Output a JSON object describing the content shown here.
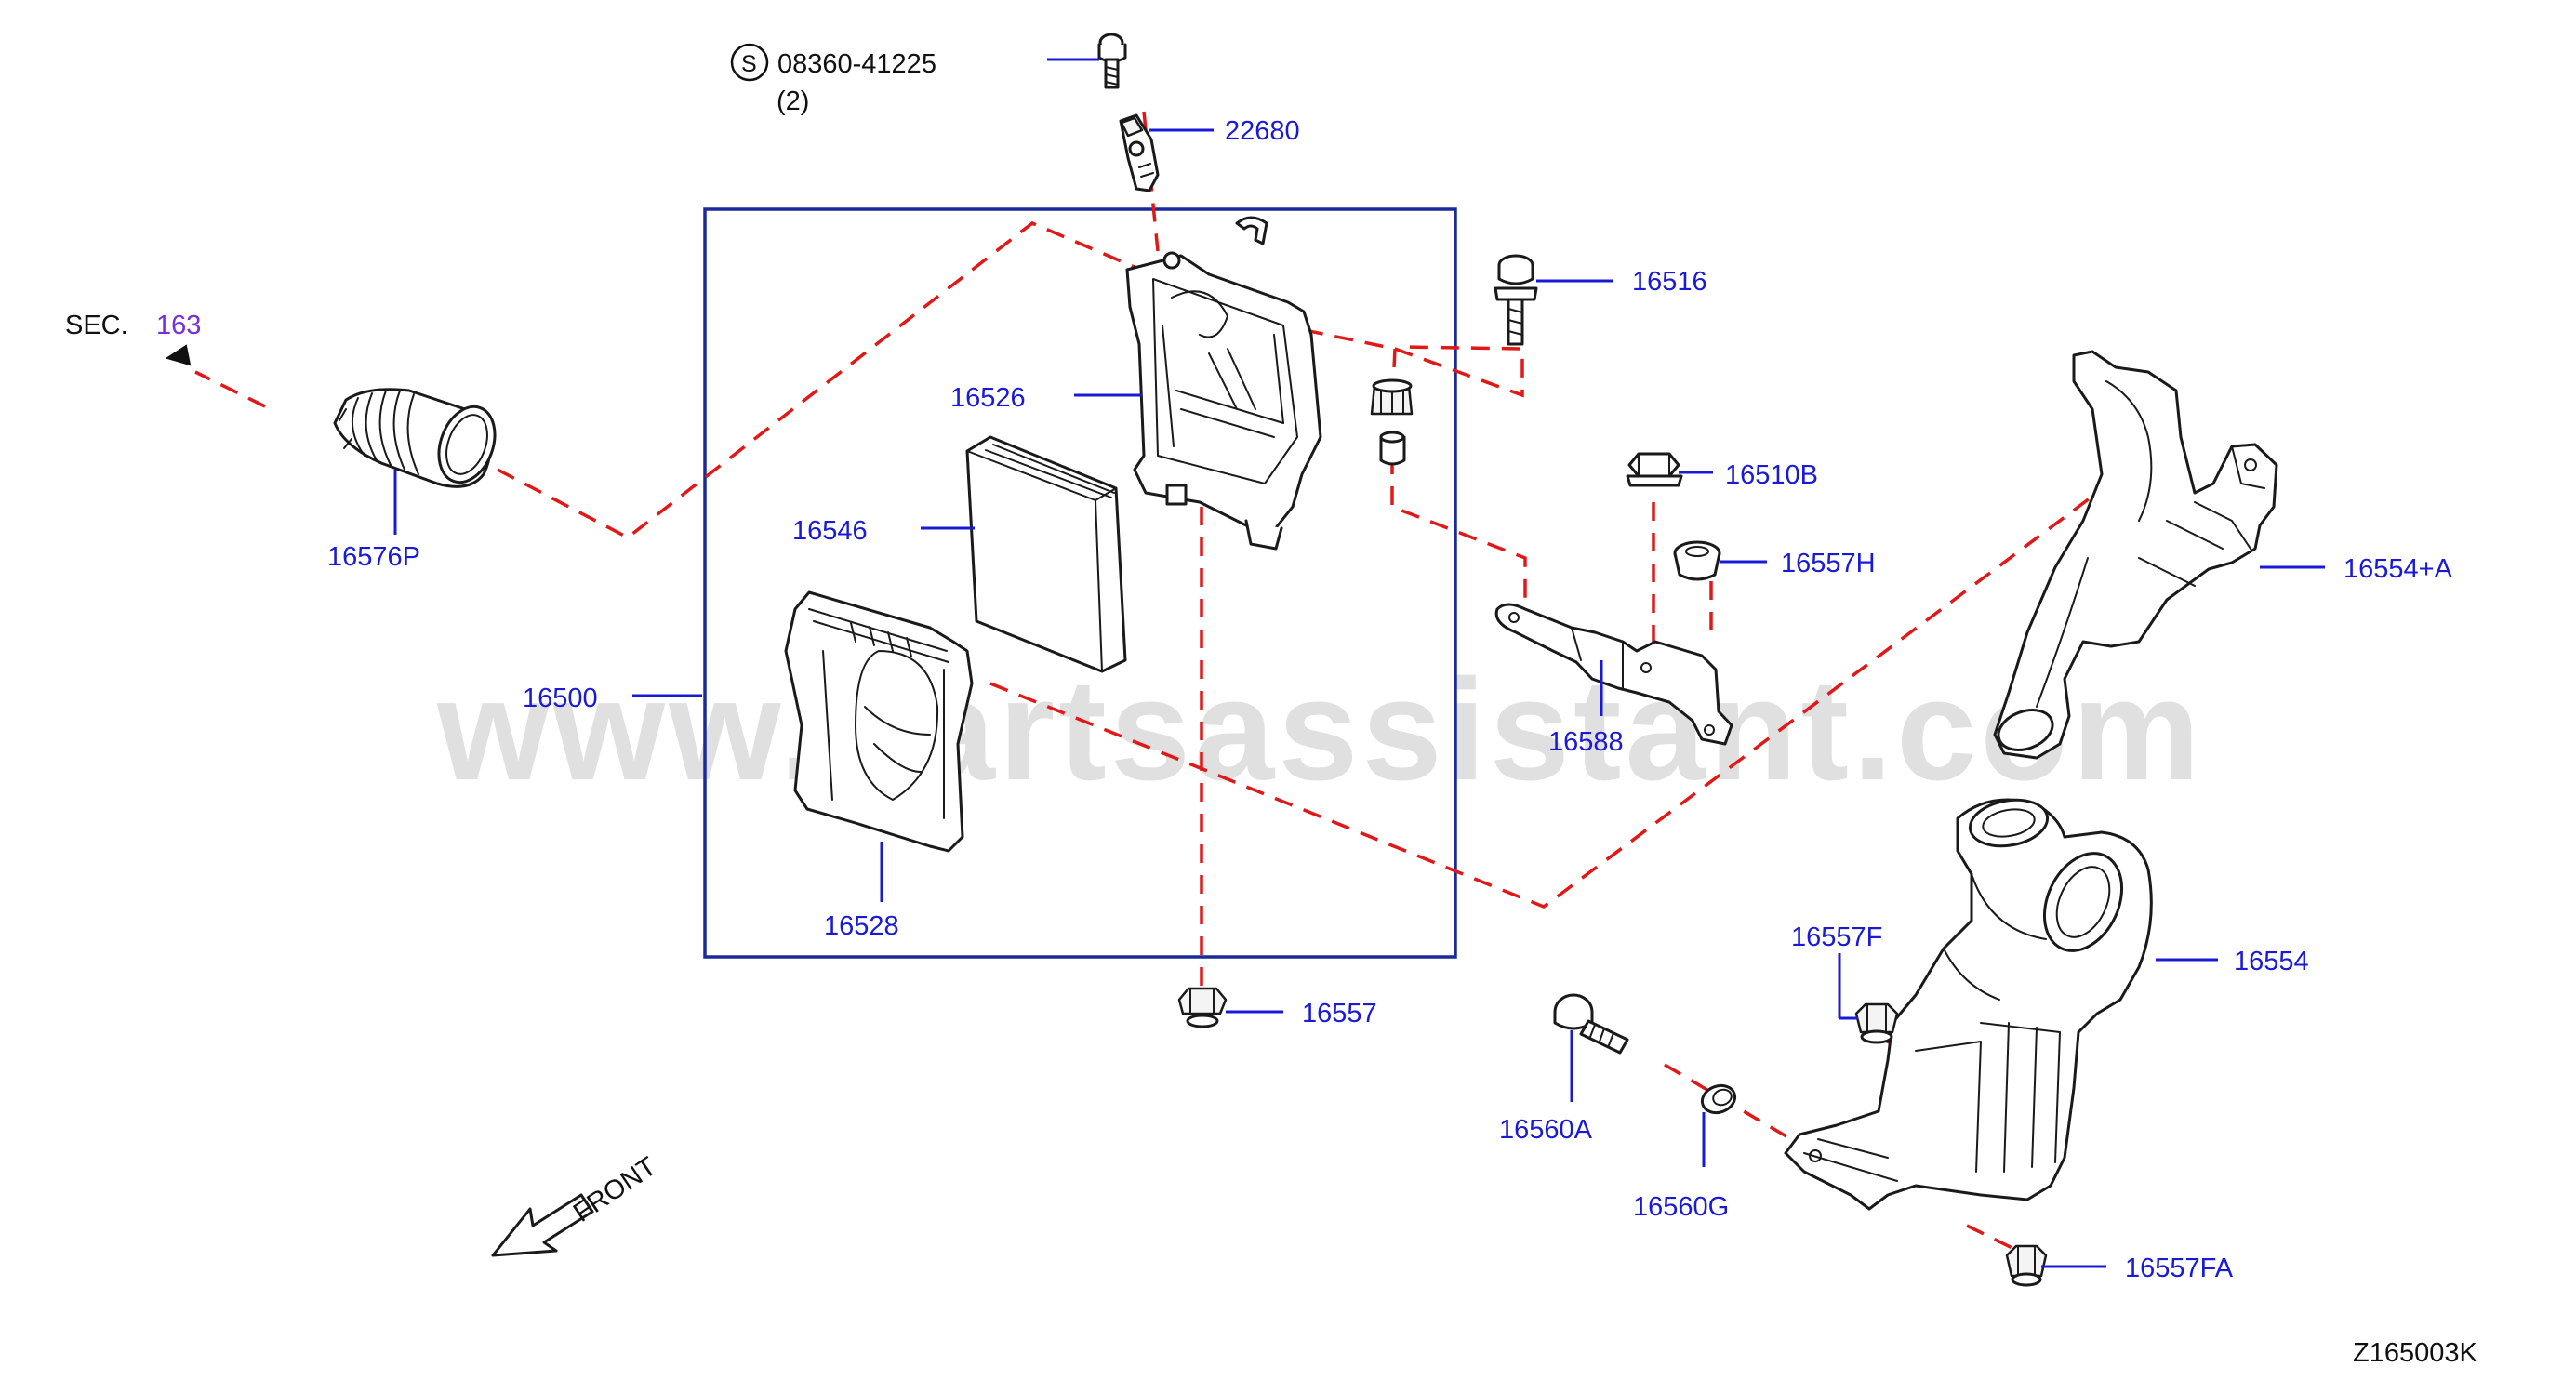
{
  "diagram": {
    "code": "Z165003K",
    "watermark": "www.partsassistant.com",
    "section_ref": {
      "prefix": "SEC.",
      "number": "163"
    },
    "screw_spec": {
      "symbol": "S",
      "part_number": "08360-41225",
      "quantity": "(2)"
    },
    "front_label": "FRONT",
    "parts": [
      {
        "id": "22680",
        "label": "22680"
      },
      {
        "id": "16516",
        "label": "16516"
      },
      {
        "id": "16526",
        "label": "16526"
      },
      {
        "id": "16576P",
        "label": "16576P"
      },
      {
        "id": "16546",
        "label": "16546"
      },
      {
        "id": "16510B",
        "label": "16510B"
      },
      {
        "id": "16557H",
        "label": "16557H"
      },
      {
        "id": "16554A",
        "label": "16554+A"
      },
      {
        "id": "16500",
        "label": "16500"
      },
      {
        "id": "16588",
        "label": "16588"
      },
      {
        "id": "16528",
        "label": "16528"
      },
      {
        "id": "16557F",
        "label": "16557F"
      },
      {
        "id": "16554",
        "label": "16554"
      },
      {
        "id": "16557",
        "label": "16557"
      },
      {
        "id": "16560A",
        "label": "16560A"
      },
      {
        "id": "16560G",
        "label": "16560G"
      },
      {
        "id": "16557FA",
        "label": "16557FA"
      }
    ]
  }
}
